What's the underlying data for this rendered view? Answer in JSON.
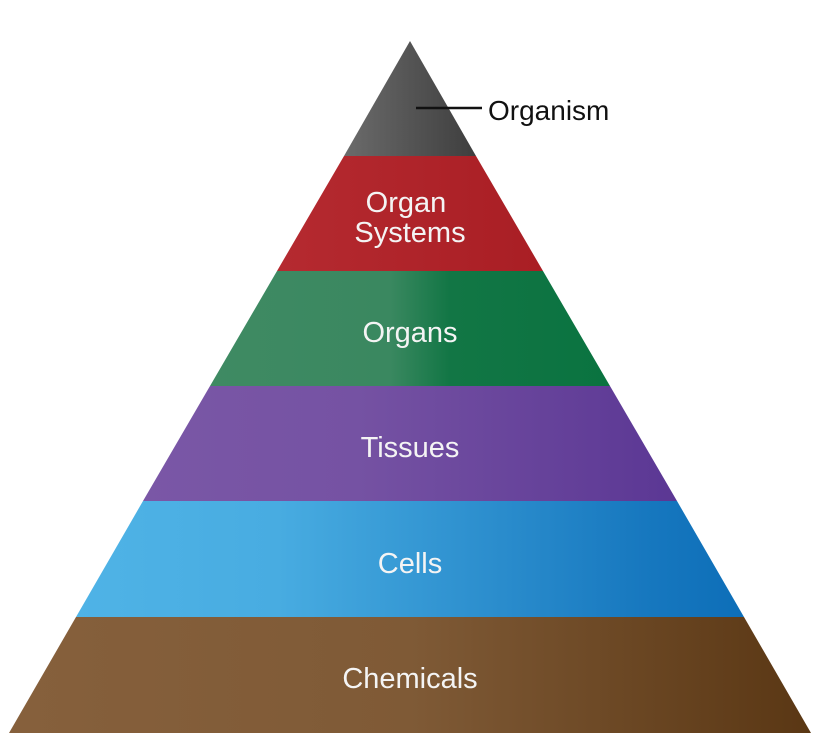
{
  "pyramid": {
    "top_label": "Organism",
    "layers": [
      {
        "lines": [
          "Organ",
          "Systems"
        ],
        "color_start": "#b52a30",
        "color_end": "#a91e24"
      },
      {
        "lines": [
          "Organs"
        ],
        "color_start": "#3f8a63",
        "color_end": "#0a7340"
      },
      {
        "lines": [
          "Tissues"
        ],
        "color_start": "#7a57a6",
        "color_end": "#5b3794"
      },
      {
        "lines": [
          "Cells"
        ],
        "color_start": "#4fb3e6",
        "color_end": "#0d6eb8"
      },
      {
        "lines": [
          "Chemicals"
        ],
        "color_start": "#86603c",
        "color_end": "#5a3714"
      }
    ],
    "apex_color_start": "#6b6b6b",
    "apex_color_end": "#3e3e3e"
  }
}
